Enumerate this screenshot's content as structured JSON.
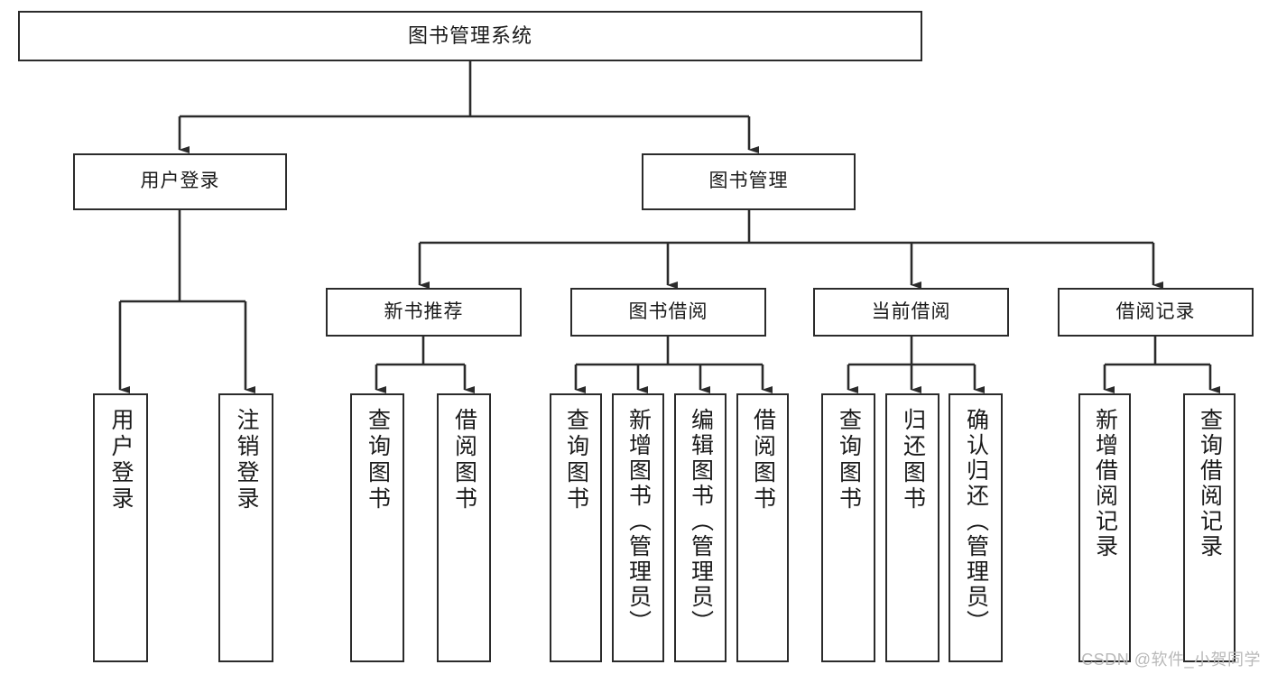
{
  "diagram": {
    "title": "图书管理系统",
    "type": "tree-hierarchy",
    "watermark": "CSDN @软件_小贺同学",
    "colors": {
      "stroke": "#2b2b2b",
      "fill": "#ffffff",
      "text": "#1a1a1a",
      "watermark": "#b9b9b9"
    },
    "nodes": {
      "root": {
        "label": "图书管理系统",
        "orientation": "horizontal"
      },
      "level1": [
        {
          "id": "user-login",
          "label": "用户登录",
          "orientation": "horizontal"
        },
        {
          "id": "book-manage",
          "label": "图书管理",
          "orientation": "horizontal"
        }
      ],
      "level2": [
        {
          "id": "new-book-recommend",
          "label": "新书推荐",
          "orientation": "horizontal"
        },
        {
          "id": "book-borrow",
          "label": "图书借阅",
          "orientation": "horizontal"
        },
        {
          "id": "current-borrow",
          "label": "当前借阅",
          "orientation": "horizontal"
        },
        {
          "id": "borrow-record",
          "label": "借阅记录",
          "orientation": "horizontal"
        }
      ],
      "leaves": [
        {
          "id": "leaf-user-login",
          "label": "用户登录",
          "parent": "user-login",
          "orientation": "vertical"
        },
        {
          "id": "leaf-logout-login",
          "label": "注销登录",
          "parent": "user-login",
          "orientation": "vertical"
        },
        {
          "id": "leaf-query-book-1",
          "label": "查询图书",
          "parent": "new-book-recommend",
          "orientation": "vertical"
        },
        {
          "id": "leaf-borrow-book-1",
          "label": "借阅图书",
          "parent": "new-book-recommend",
          "orientation": "vertical"
        },
        {
          "id": "leaf-query-book-2",
          "label": "查询图书",
          "parent": "book-borrow",
          "orientation": "vertical"
        },
        {
          "id": "leaf-add-book",
          "label": "新增图书（管理员）",
          "parent": "book-borrow",
          "orientation": "vertical"
        },
        {
          "id": "leaf-edit-book",
          "label": "编辑图书（管理员）",
          "parent": "book-borrow",
          "orientation": "vertical"
        },
        {
          "id": "leaf-borrow-book-2",
          "label": "借阅图书",
          "parent": "book-borrow",
          "orientation": "vertical"
        },
        {
          "id": "leaf-query-book-3",
          "label": "查询图书",
          "parent": "current-borrow",
          "orientation": "vertical"
        },
        {
          "id": "leaf-return-book",
          "label": "归还图书",
          "parent": "current-borrow",
          "orientation": "vertical"
        },
        {
          "id": "leaf-confirm-return",
          "label": "确认归还（管理员）",
          "parent": "current-borrow",
          "orientation": "vertical"
        },
        {
          "id": "leaf-add-record",
          "label": "新增借阅记录",
          "parent": "borrow-record",
          "orientation": "vertical"
        },
        {
          "id": "leaf-query-record",
          "label": "查询借阅记录",
          "parent": "borrow-record",
          "orientation": "vertical"
        }
      ]
    }
  }
}
